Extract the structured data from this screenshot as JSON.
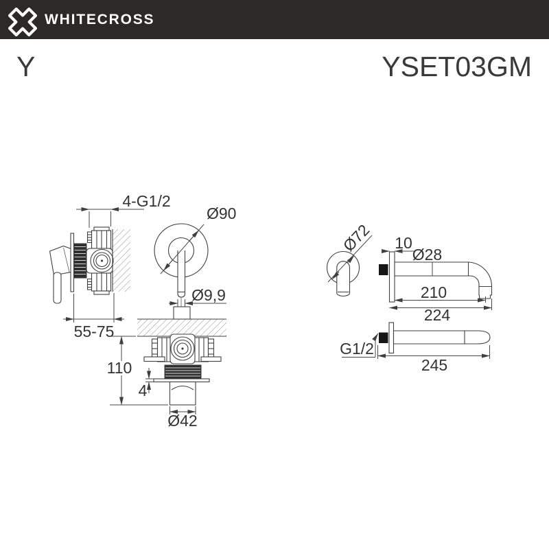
{
  "header": {
    "brand": "WHITECROSS",
    "logo_icon": "whitecross-x-icon",
    "bg_color": "#2B2A29"
  },
  "title_row": {
    "series": "Y",
    "model": "YSET03GM"
  },
  "diagram": {
    "mixer_side_view": {
      "dim_ports": "4-G1/2",
      "dim_depth_range": "55-75"
    },
    "mixer_front_view": {
      "dim_escutcheon": "Ø90",
      "dim_handle_stem": "Ø9,9"
    },
    "mixer_bottom_view": {
      "dim_height": "110",
      "dim_plate_thickness": "4",
      "dim_base_diameter": "Ø42"
    },
    "spout_side_view": {
      "dim_escutcheon": "Ø72",
      "dim_plate_thickness": "10",
      "dim_tube_diameter": "Ø28",
      "dim_reach": "210",
      "dim_total_reach": "224"
    },
    "spout_top_view": {
      "dim_thread": "G1/2",
      "dim_length": "245"
    }
  },
  "colors": {
    "line": "#3f3f3f",
    "dimension": "#474747",
    "hatch": "#919191",
    "header_bg": "#2B2A29"
  }
}
